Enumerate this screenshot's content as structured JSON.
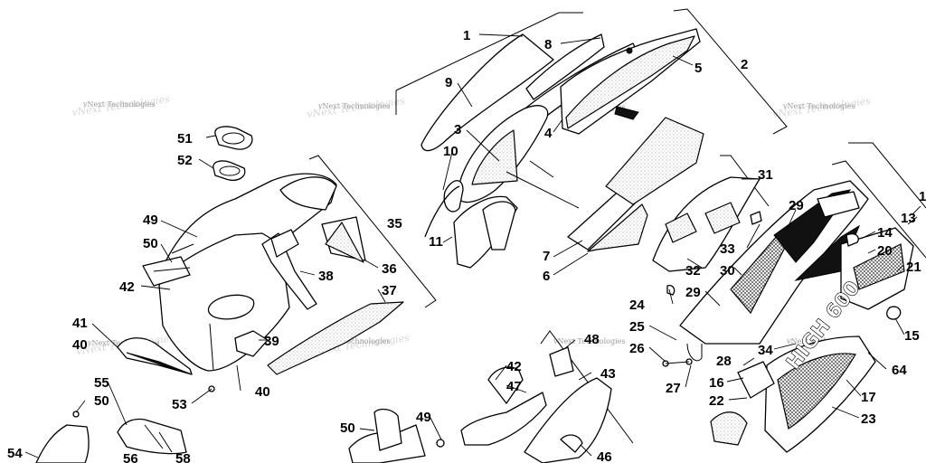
{
  "watermark": "vNext Technologies",
  "decal_text": "HIGH 600",
  "callouts": [
    {
      "id": "c1",
      "label": "1"
    },
    {
      "id": "c2",
      "label": "2"
    },
    {
      "id": "c3",
      "label": "3"
    },
    {
      "id": "c4",
      "label": "4"
    },
    {
      "id": "c5",
      "label": "5"
    },
    {
      "id": "c6",
      "label": "6"
    },
    {
      "id": "c7",
      "label": "7"
    },
    {
      "id": "c8",
      "label": "8"
    },
    {
      "id": "c9",
      "label": "9"
    },
    {
      "id": "c10",
      "label": "10"
    },
    {
      "id": "c11",
      "label": "11"
    },
    {
      "id": "c13",
      "label": "13"
    },
    {
      "id": "c14",
      "label": "14"
    },
    {
      "id": "c15",
      "label": "15"
    },
    {
      "id": "c16",
      "label": "16"
    },
    {
      "id": "c17",
      "label": "17"
    },
    {
      "id": "c20",
      "label": "20"
    },
    {
      "id": "c21",
      "label": "21"
    },
    {
      "id": "c22",
      "label": "22"
    },
    {
      "id": "c23",
      "label": "23"
    },
    {
      "id": "c24",
      "label": "24"
    },
    {
      "id": "c25",
      "label": "25"
    },
    {
      "id": "c26",
      "label": "26"
    },
    {
      "id": "c27",
      "label": "27"
    },
    {
      "id": "c28",
      "label": "28"
    },
    {
      "id": "c29a",
      "label": "29"
    },
    {
      "id": "c29b",
      "label": "29"
    },
    {
      "id": "c30",
      "label": "30"
    },
    {
      "id": "c31",
      "label": "31"
    },
    {
      "id": "c32",
      "label": "32"
    },
    {
      "id": "c33",
      "label": "33"
    },
    {
      "id": "c34",
      "label": "34"
    },
    {
      "id": "c35",
      "label": "35"
    },
    {
      "id": "c36",
      "label": "36"
    },
    {
      "id": "c37",
      "label": "37"
    },
    {
      "id": "c38",
      "label": "38"
    },
    {
      "id": "c39",
      "label": "39"
    },
    {
      "id": "c40a",
      "label": "40"
    },
    {
      "id": "c40b",
      "label": "40"
    },
    {
      "id": "c41",
      "label": "41"
    },
    {
      "id": "c42a",
      "label": "42"
    },
    {
      "id": "c42b",
      "label": "42"
    },
    {
      "id": "c43",
      "label": "43"
    },
    {
      "id": "c46",
      "label": "46"
    },
    {
      "id": "c47",
      "label": "47"
    },
    {
      "id": "c48",
      "label": "48"
    },
    {
      "id": "c49a",
      "label": "49"
    },
    {
      "id": "c49b",
      "label": "49"
    },
    {
      "id": "c50a",
      "label": "50"
    },
    {
      "id": "c50b",
      "label": "50"
    },
    {
      "id": "c50c",
      "label": "50"
    },
    {
      "id": "c51",
      "label": "51"
    },
    {
      "id": "c52",
      "label": "52"
    },
    {
      "id": "c53",
      "label": "53"
    },
    {
      "id": "c54",
      "label": "54"
    },
    {
      "id": "c55",
      "label": "55"
    },
    {
      "id": "c56",
      "label": "56"
    },
    {
      "id": "c58",
      "label": "58"
    },
    {
      "id": "c64",
      "label": "64"
    },
    {
      "id": "c1b",
      "label": "1"
    }
  ]
}
